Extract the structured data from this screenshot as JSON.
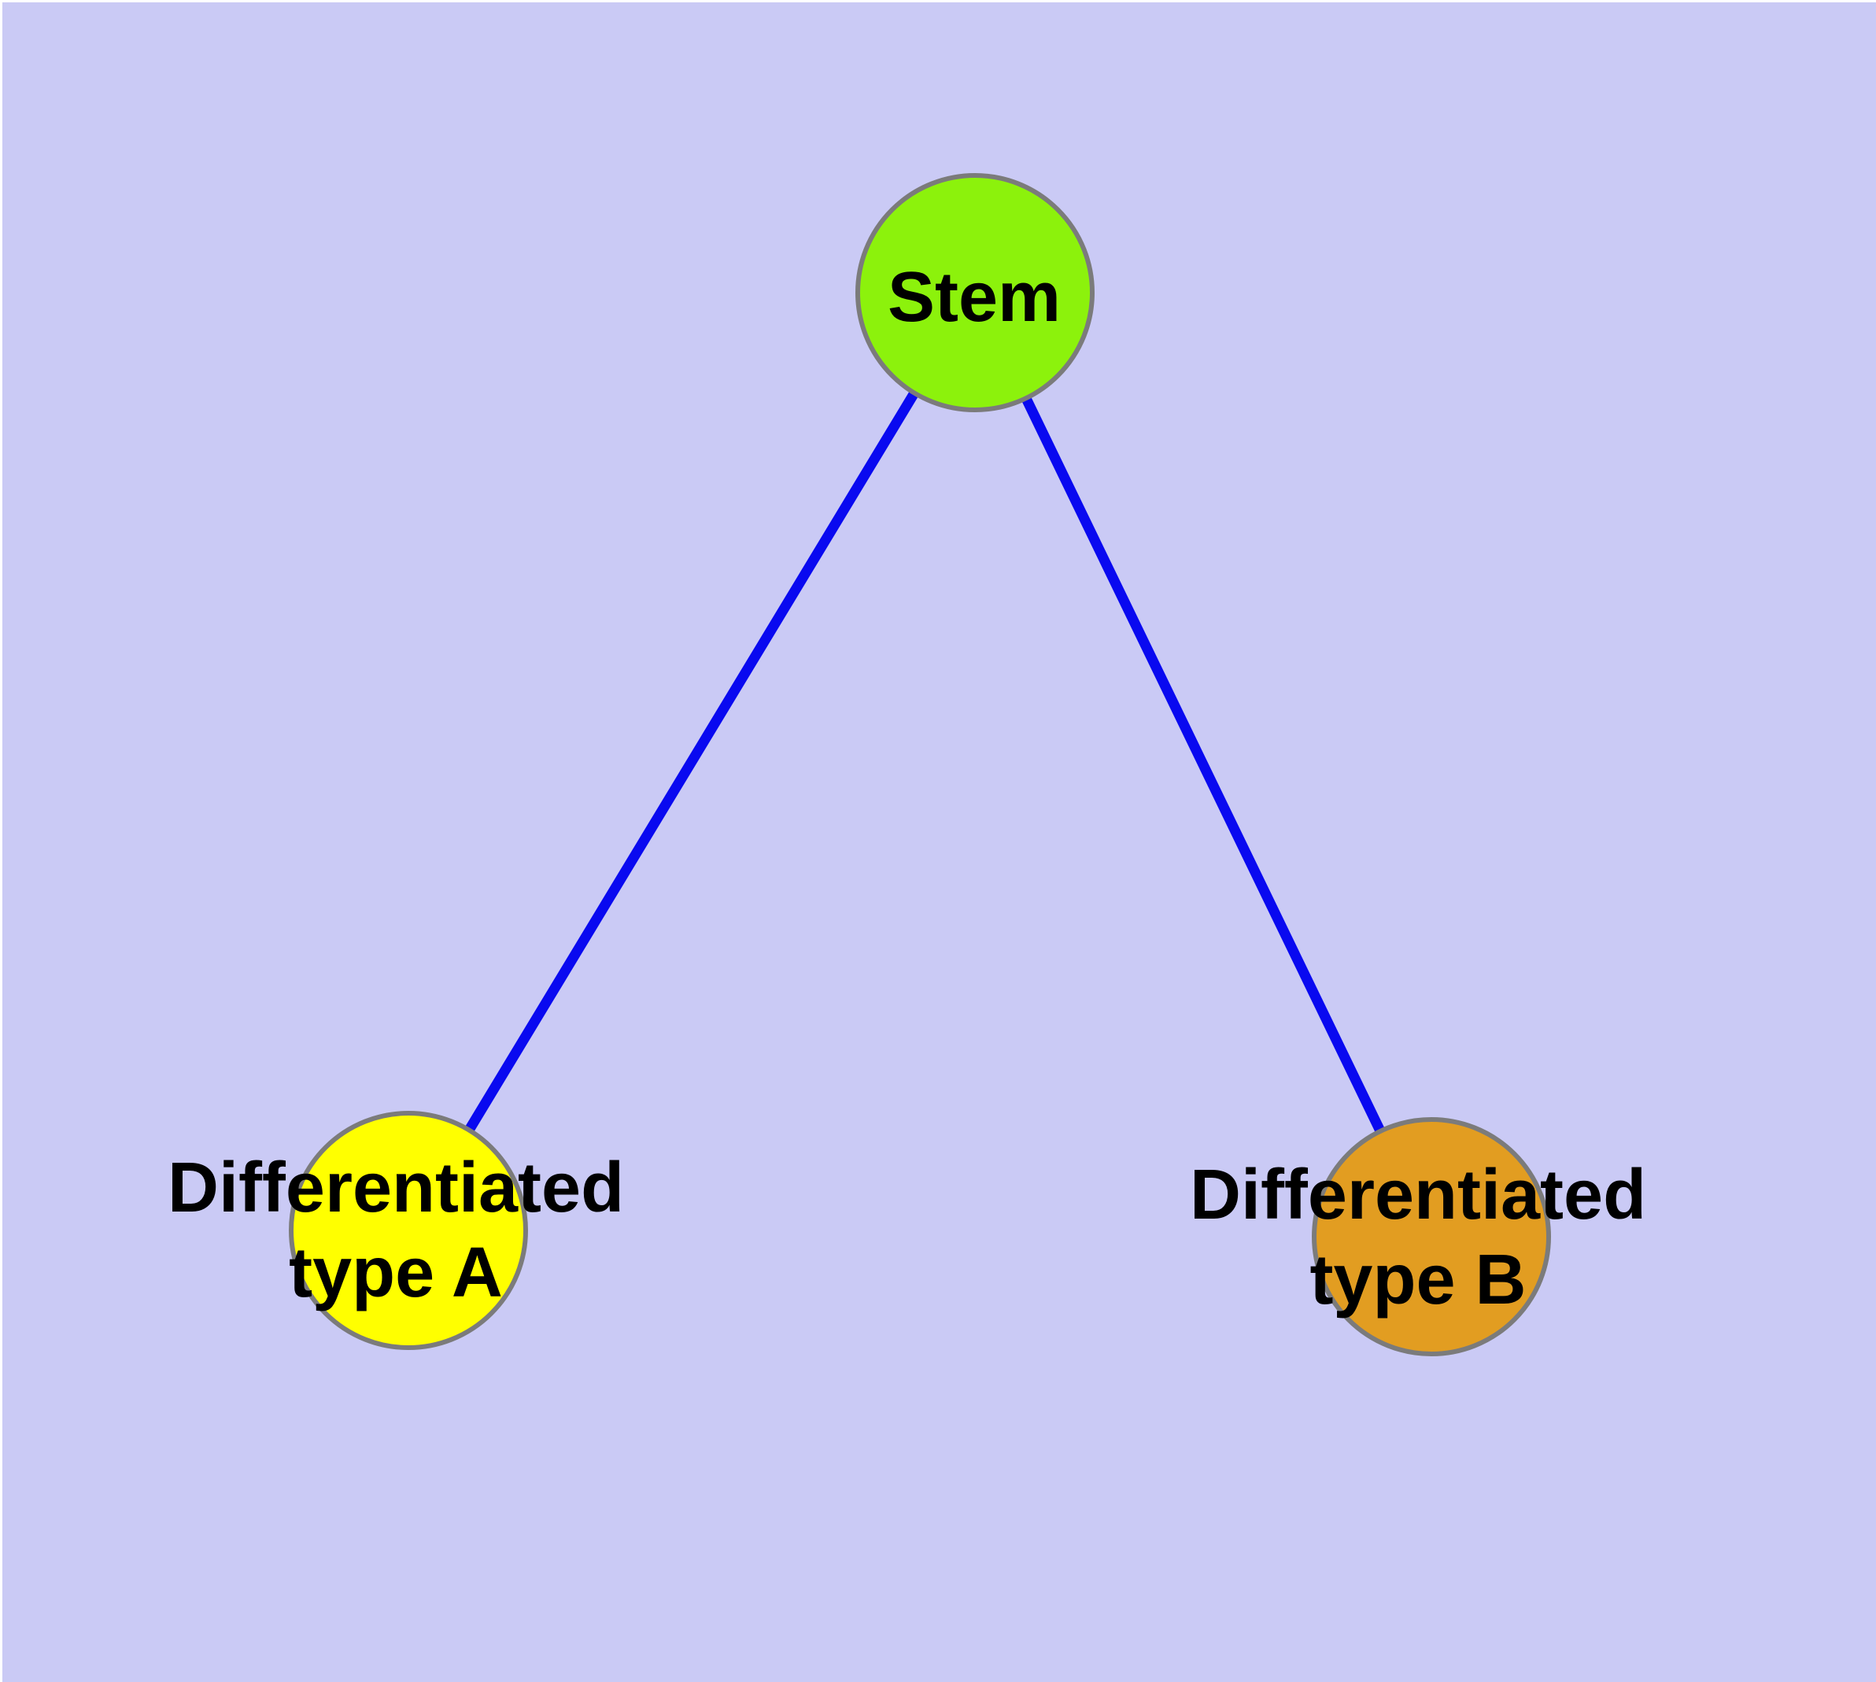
{
  "canvas": {
    "background_color": "#cacaf5",
    "margin_color": "#ffffff"
  },
  "graph": {
    "edge": {
      "color": "#0909f0"
    },
    "node_border_color": "#7b7b7b",
    "nodes": {
      "stem": {
        "label": "Stem",
        "fill": "#8cf20c"
      },
      "type_a": {
        "label_line1": "Differentiated",
        "label_line2": "type A",
        "fill": "#ffff00"
      },
      "type_b": {
        "label_line1": "Differentiated",
        "label_line2": "type B",
        "fill": "#e29d21"
      }
    },
    "edges": [
      {
        "from": "Stem",
        "to": "Differentiated type A"
      },
      {
        "from": "Stem",
        "to": "Differentiated type B"
      }
    ]
  }
}
